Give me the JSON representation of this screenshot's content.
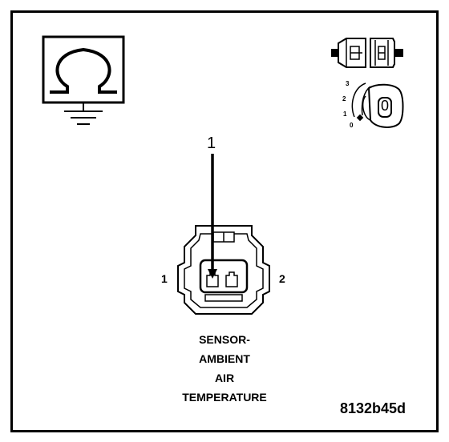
{
  "callout_number": "1",
  "pin_labels": {
    "left": "1",
    "right": "2"
  },
  "caption_lines": [
    "SENSOR-",
    "AMBIENT",
    "AIR",
    "TEMPERATURE"
  ],
  "figure_id": "8132b45d",
  "ignition_positions": [
    "3",
    "2",
    "1",
    "0"
  ],
  "ignition_key_text": "0",
  "icons": {
    "ohmmeter": "ohm-ground-icon",
    "connector": "disconnect-connector-icon",
    "ignition": "ignition-switch-off-icon"
  }
}
